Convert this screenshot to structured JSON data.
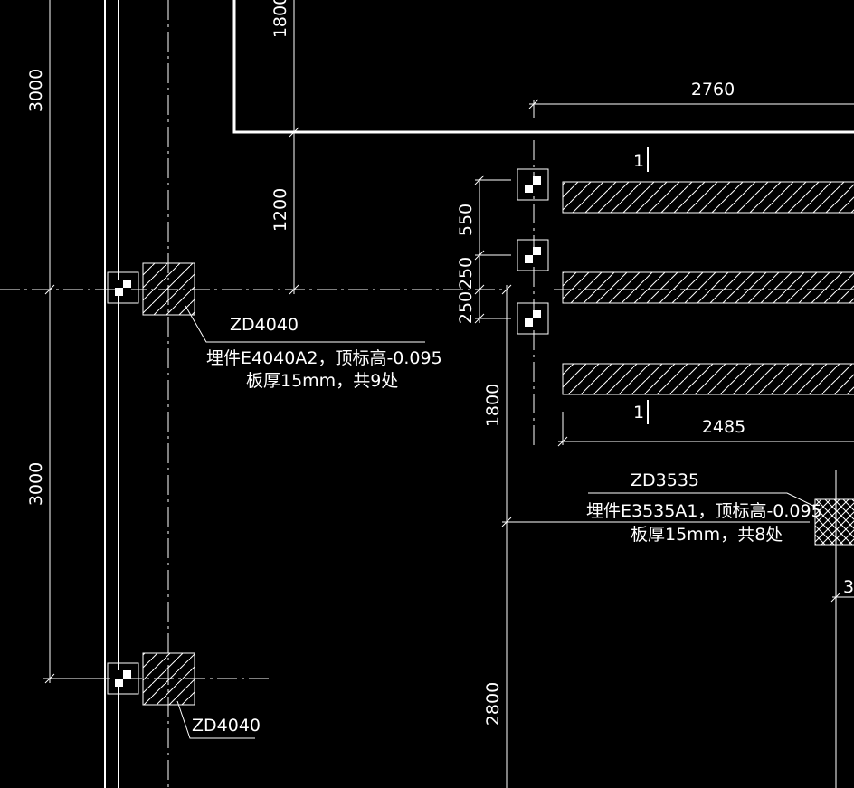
{
  "dimensions": {
    "d3000_top": "3000",
    "d3000_bottom": "3000",
    "d1800_top": "1800",
    "d1200": "1200",
    "d2760": "2760",
    "d550": "550",
    "d250_a": "250",
    "d250_b": "250",
    "d1800_mid": "1800",
    "d2800": "2800",
    "d2485": "2485"
  },
  "labels": {
    "zd4040_top": "ZD4040",
    "zd4040_bottom": "ZD4040",
    "zd4040_note1": "埋件E4040A2，顶标高-0.095",
    "zd4040_note2": "板厚15mm，共9处",
    "zd3535": "ZD3535",
    "zd3535_note1": "埋件E3535A1，顶标高-0.095",
    "zd3535_note2": "板厚15mm，共8处",
    "section_top": "1",
    "section_bottom": "1",
    "cut_right": "3"
  },
  "colors": {
    "background": "#000000",
    "lines": "#ffffff"
  }
}
